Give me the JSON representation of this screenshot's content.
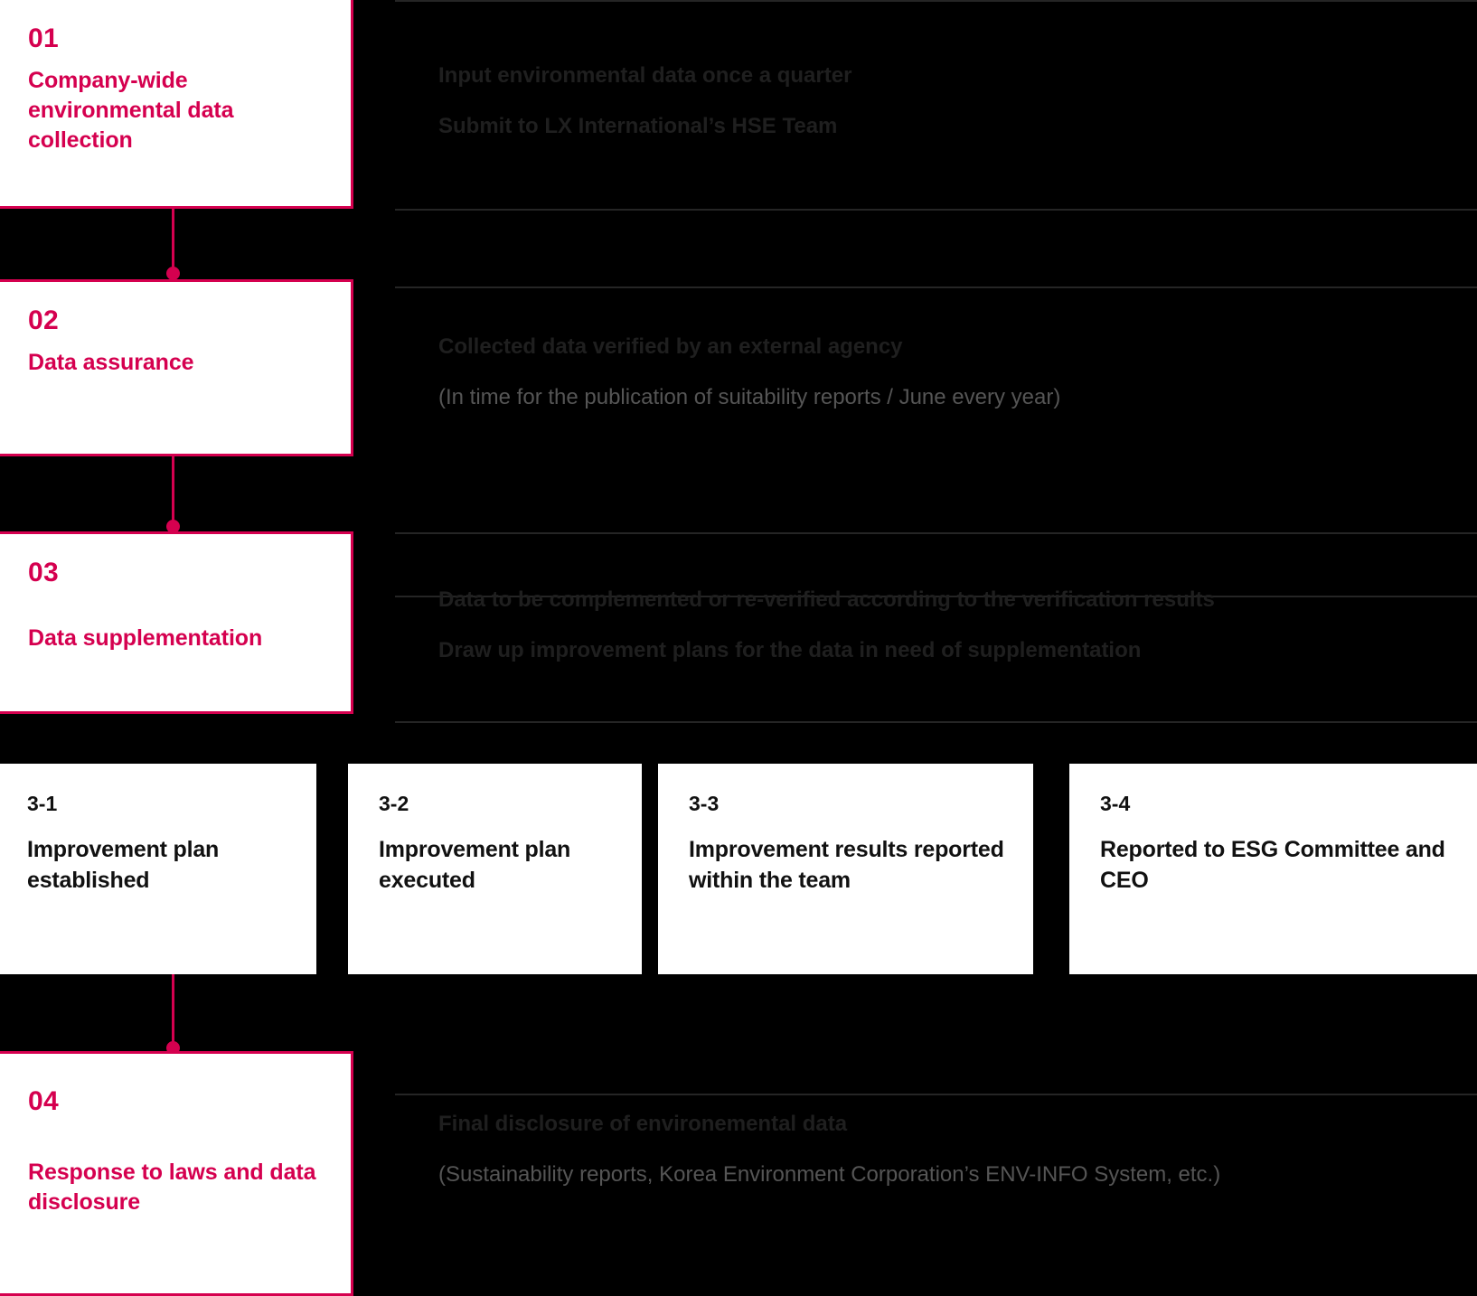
{
  "theme": {
    "accent": "#D5004F",
    "background": "#000000",
    "box_fill": "#FFFFFF",
    "description_text": "#1C1C1C",
    "description_sub_text": "#555555",
    "divider": "#252525"
  },
  "stages": [
    {
      "number": "01",
      "title": "Company-wide environmental data collection",
      "lines": [
        {
          "text": "Input environmental data once a quarter",
          "style": "strong"
        },
        {
          "text": "Submit to LX International’s HSE Team",
          "style": "strong"
        }
      ]
    },
    {
      "number": "02",
      "title": "Data assurance",
      "lines": [
        {
          "text": "Collected  data verified by an external agency",
          "style": "strong"
        },
        {
          "text": "(In time for the publication of suitability reports /  June every year)",
          "style": "sub"
        }
      ]
    },
    {
      "number": "03",
      "title": "Data supplementation",
      "lines": [
        {
          "text": "Data  to be complemented or re-verified according to the verification results",
          "style": "strong"
        },
        {
          "text": "Draw up improvement plans for the data in need of supplementation",
          "style": "strong"
        }
      ]
    },
    {
      "number": "04",
      "title": "Response to laws and data disclosure",
      "lines": [
        {
          "text": "Final disclosure of environemental data",
          "style": "strong"
        },
        {
          "text": "(Sustainability reports, Korea Environment Corporation’s ENV-INFO System, etc.)",
          "style": "sub"
        }
      ]
    }
  ],
  "substeps": [
    {
      "number": "3-1",
      "label": " Improvement plan established"
    },
    {
      "number": "3-2",
      "label": " Improvement plan executed"
    },
    {
      "number": "3-3",
      "label": "Improvement results reported within the team"
    },
    {
      "number": "3-4",
      "label": "Reported  to ESG Committee and CEO"
    }
  ]
}
